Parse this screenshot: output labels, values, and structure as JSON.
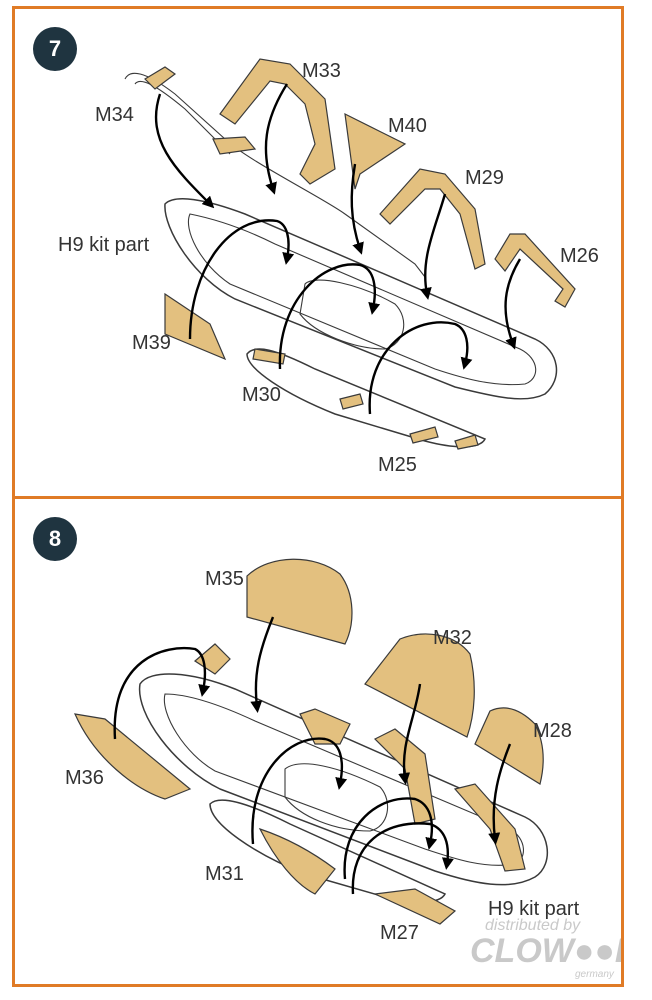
{
  "accent_color": "#e07b26",
  "part_color": "#e3c07f",
  "badge_color": "#1f3440",
  "step7": {
    "number": "7",
    "labels": {
      "m34": "M34",
      "m33": "M33",
      "m40": "M40",
      "m29": "M29",
      "m26": "M26",
      "h9": "H9 kit part",
      "m39": "M39",
      "m30": "M30",
      "m25": "M25"
    }
  },
  "step8": {
    "number": "8",
    "labels": {
      "m35": "M35",
      "m32": "M32",
      "m28": "M28",
      "m36": "M36",
      "m31": "M31",
      "m27": "M27",
      "h9": "H9 kit part"
    }
  },
  "watermark": {
    "line1": "distributed by",
    "line2": "CLOW●●B",
    "line3": "germany"
  }
}
